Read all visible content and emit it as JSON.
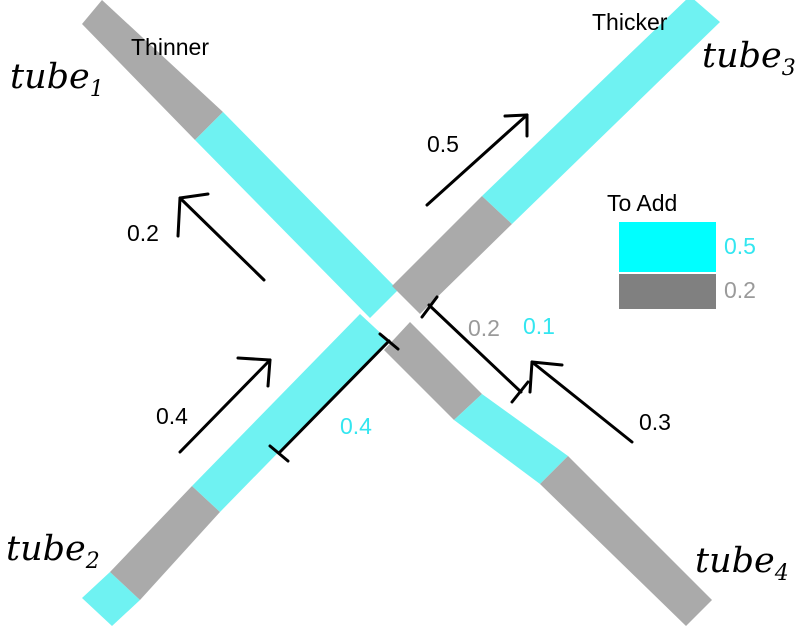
{
  "tubes": [
    {
      "id": "tube1",
      "base": "tube",
      "sub": "1"
    },
    {
      "id": "tube2",
      "base": "tube",
      "sub": "2"
    },
    {
      "id": "tube3",
      "base": "tube",
      "sub": "3"
    },
    {
      "id": "tube4",
      "base": "tube",
      "sub": "4"
    }
  ],
  "labels": {
    "thinner": "Thinner",
    "thicker": "Thicker"
  },
  "flows": {
    "tube1_out": "0.2",
    "tube2_in": "0.4",
    "tube3_out": "0.5",
    "tube4_in": "0.3"
  },
  "segments": {
    "lower_left_cyan": "0.4",
    "right_gray": "0.2",
    "right_cyan": "0.1"
  },
  "legend": {
    "title": "To Add",
    "items": [
      {
        "value": "0.5",
        "color": "#00ffff"
      },
      {
        "value": "0.2",
        "color": "#808080"
      }
    ]
  },
  "colors": {
    "cyan": "#6ff2f2",
    "gray": "#aaaaaa",
    "cyan_text": "#33e6f0",
    "gray_text": "#9a9a9a"
  }
}
